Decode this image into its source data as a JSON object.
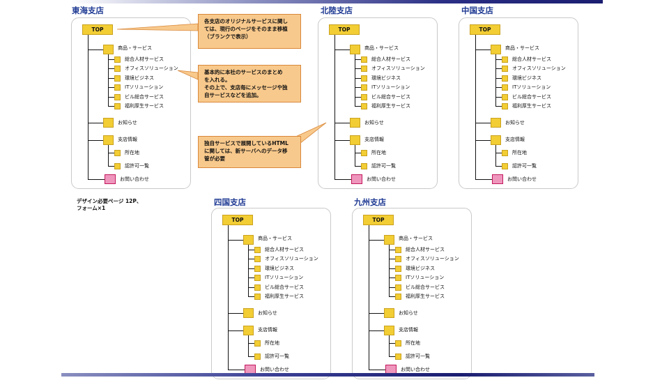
{
  "branches": [
    {
      "id": "tokai",
      "title": "東海支店"
    },
    {
      "id": "hokuriku",
      "title": "北陸支店"
    },
    {
      "id": "chugoku",
      "title": "中国支店"
    },
    {
      "id": "shikoku",
      "title": "四国支店"
    },
    {
      "id": "kyushu",
      "title": "九州支店"
    }
  ],
  "tree": {
    "top": "TOP",
    "products": "商品・サービス",
    "product_items": [
      "総合人材サービス",
      "オフィスソリューション",
      "環境ビジネス",
      "ITソリューション",
      "ビル総合サービス",
      "福利厚生サービス"
    ],
    "news": "お知らせ",
    "branch_info": "支店情報",
    "branch_items": [
      "所在地",
      "認許可一覧"
    ],
    "contact": "お問い合わせ"
  },
  "callouts": {
    "c1": "各支店のオリジナルサービスに関し\nては、現行のページをそのまま移植\n（ブランクで表示）",
    "c2": "基本的に本社のサービスのまとめ\nを入れる。\nその上で、支店毎にメッセージや独\n自サービスなどを追加。",
    "c3": "独自サービスで展開しているHTML\nに関しては、新サーバへのデータ移\n管が必要"
  },
  "note": "デザイン必要ページ 12P、\nフォーム×1",
  "colors": {
    "node_fill": "#f2cd34",
    "contact_fill": "#ef96bd",
    "callout_fill": "#f8c98c",
    "title_color": "#1f3a93"
  }
}
